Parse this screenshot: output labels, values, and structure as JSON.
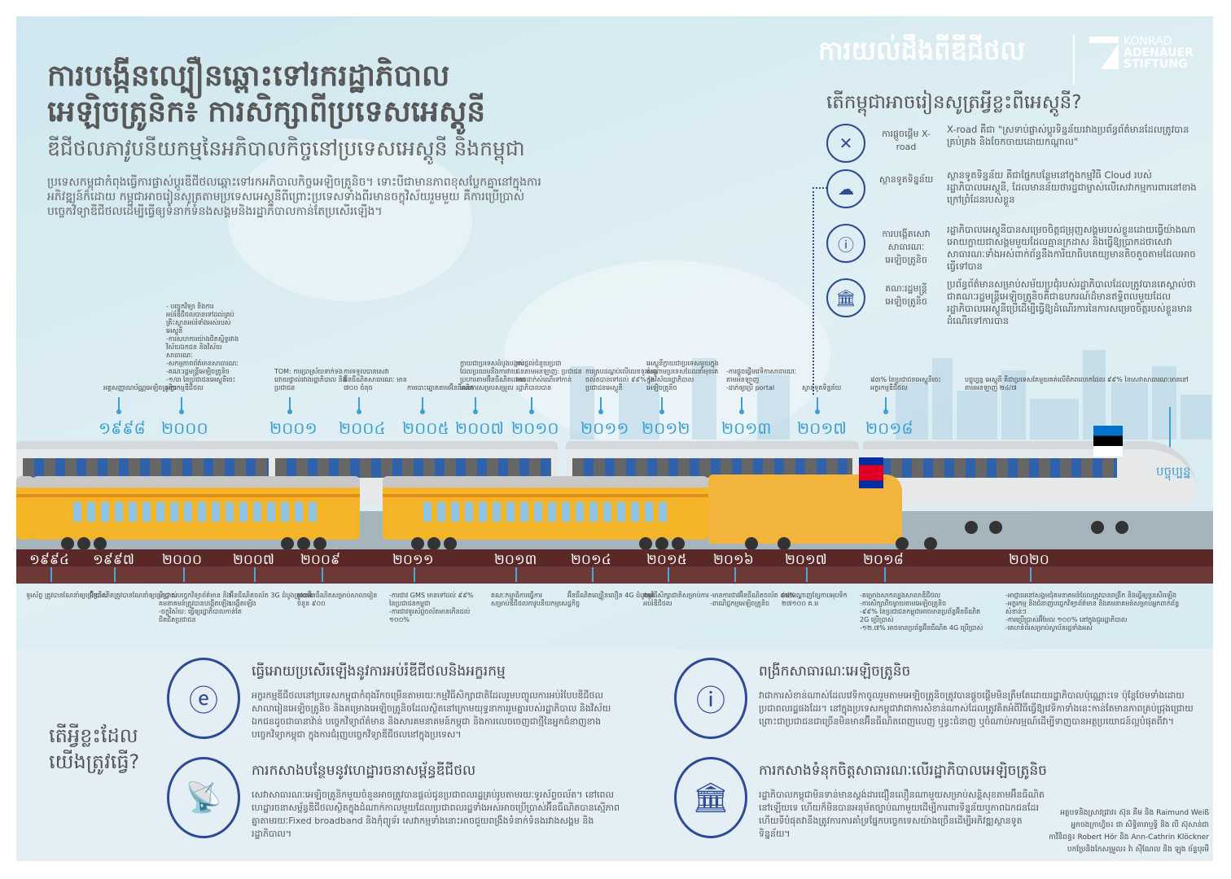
{
  "header": {
    "title_line1": "ការបង្កើនល្បឿនឆ្ពោះទៅរករដ្ឋាភិបាល",
    "title_line2": "អេឡិចត្រូនិក៖ ការសិក្សាពីប្រទេសអេស្តូនី",
    "subtitle": "ឌីជីថលភាវូបនីយកម្មនៃអភិបាលកិច្ចនៅប្រទេសអេស្តូនី និងកម្ពុជា",
    "intro": "ប្រទេសកម្ពុជាកំពុងធ្វើការផ្លាស់ប្តូរឌីជីថលឆ្ពោះទៅរកអភិបាលកិច្ចអេឡិចត្រូនិច។ ទោះបីជាមានភាពខុសប្លែកគ្នានៅក្នុងការអភិវឌ្ឍន៍ក៏ដោយ កម្ពុជាអាចរៀនសូត្រតាមប្រទេសអេស្តូនីពីព្រោះប្រទេសទាំងពីរមានចក្ខុវិស័យរួមមួយ គឺការប្រើប្រាស់បច្ចេកវិទ្យាឌីជីថលដើម្បីធ្វើឲ្យទំនាក់ទំនងសង្គមនិងរដ្ឋាភិបាលកាន់តែប្រសើរឡើង។",
    "brand": "ការយល់ដឹងពីឌីជីថល",
    "logo": [
      "KONRAD",
      "ADENAUER",
      "STIFTUNG"
    ]
  },
  "lessons": {
    "question": "តើកម្ពុជាអាចរៀនសូត្រអ្វីខ្លះពីអេស្តូនី?",
    "items": [
      {
        "icon": "x-road-icon",
        "label": "ការផ្តួចផ្តើម X-road",
        "desc": "X-road គឺជា \"ស្រទាប់ផ្លាស់ប្តូរទិន្នន័យរវាងប្រព័ន្ធព័ត៌មានដែលត្រូវបានគ្រប់គ្រង និងចែកចាយដោយកណ្តាល\""
      },
      {
        "icon": "cloud-data-icon",
        "label": "ស្ថានទូតទិន្នន័យ",
        "desc": "ស្ថានទូតទិន្នន័យ គឺជាផ្នែកបន្ថែមនៅក្នុងកម្មវិធី Cloud របស់រដ្ឋាភិបាលអេស្តូនី, ដែលមានន័យថារដ្ឋជាម្ចាស់លើសេវាកម្មការពារនៅខាងក្រៅព្រំដែនរបស់ខ្លួន"
      },
      {
        "icon": "e-service-icon",
        "label": "ការបង្កើតសេវាសាធារណៈអេឡិចត្រូនិច",
        "desc": "រដ្ឋាភិបាលអេស្តូនីបានសម្រេចចិត្តជម្រុញសង្គមរបស់ខ្លួនដោយធ្វើយ៉ាងណាអោយក្លាយជាសង្គមមួយដែលគ្មានក្រដាស និងធ្វើឱ្យប្រាកដថាសេវាសាធារណៈទាំងអស់ពាក់ព័ន្ធនឹងការិយាធិបតេយ្យមានតិចតួចតាមដែលអាចធ្វើទៅបាន"
      },
      {
        "icon": "government-building-icon",
        "label": "គណៈរដ្ឋមន្ត្រីអេឡិចត្រូនិច",
        "desc": "ប្រព័ន្ធព័ត៌មានសម្រាប់សម័យប្រជុំរបស់រដ្ឋាភិបាលដែលត្រូវបានគេស្គាល់ថាជាគណៈរដ្ឋមន្ត្រីអេឡិចត្រូនិចគឺជាឧបករណ៍ដ៏មានឥទ្ធិពលមួយដែលរដ្ឋាភិបាលអេស្តូនីប្រើដើម្បីធ្វើឱ្យដំណើរការនៃការសម្រេចចិត្តរបស់ខ្លួនមានដំណើរទៅការបាន"
      }
    ]
  },
  "estonia_timeline": [
    {
      "year": "១៩៩៨",
      "text": "អត្តសញ្ញាណប័ណ្ណអេឡិចត្រូនិច"
    },
    {
      "year": "២០០០",
      "text": "- បច្ចេកវិទ្យា និងការអប់រំឌីជីថលបានទៅដល់គ្រប់គ្រឹះស្ថានអប់រំទាំងអស់របស់អេស្តូនី\n-ការសហការយ៉ាងជិតស្និទ្ធរវាងវិស័យឯកជន និងវិស័យសាធារណៈ\n-សកម្មភាពព័ត៌មានសាធារណៈ\n-គណៈរដ្ឋមន្ត្រីអេឡិចត្រូនិច\n-១/៣ នៃប្រជាជនអេស្តូនីចេះអក្ខរកម្មឌីជីថល"
    },
    {
      "year": "២០០១",
      "text": "TOM: ការប្រាស្រ័យទាក់ទងដោយផ្ទាល់រវាងរដ្ឋាភិបាល និងប្រជាជន"
    },
    {
      "year": "២០០៤",
      "text": "ការទទួលបានសេវាអ៊ីនធឺណិតសាធារណៈ មាន ៧០០ ចំនុច"
    },
    {
      "year": "២០០៥",
      "text": "ការបោះឆ្នោតតាមអ៊ីនធឺណិត"
    },
    {
      "year": "២០០៧",
      "text": "ក្លាយជាប្រទេសដំបូងបង្អស់ដែលប្រឈមនឹងការវាយប្រហារតាមអ៊ីនធឺណិតដោយមានការសម្របសម្រួល"
    },
    {
      "year": "២០១០",
      "text": "ការផ្តល់ជំនួយប្រជាជនតាមអនឡាញ: ប្រជាជនអាចដាក់សំណើទៅកាន់រដ្ឋាភិបាលបាន"
    },
    {
      "year": "២០១១",
      "text": "ការគ្របដណ្តប់លើលេខទូរសព្ទចល័តបានទៅដល់ ៩៩% នៃប្រជាជនអេស្តូនី"
    },
    {
      "year": "២០១២",
      "text": "អេស្តូនីក្លាយជាប្រទេសមួយក្នុងចំណោមប្រទេសដែលនាំមុខគេក្នុងវិស័យរដ្ឋាភិបាលអេឡិចត្រូនិច"
    },
    {
      "year": "២០១៣",
      "text": "-ការផ្តួចផ្តើមវេទិកាសាធារណៈតាមអនឡាញ\n-ដាក់ឲ្យប្រើ portal"
    },
    {
      "year": "២០១៧",
      "text": "ស្ថានទូតទិន្នន័យ"
    },
    {
      "year": "២០១៨",
      "text": "៨៣% នៃប្រជាជនអេស្តូនីចេះអក្ខរកម្មឌីជីថល"
    }
  ],
  "present": {
    "label": "បច្ចុប្បន្ន",
    "note": "បច្ចុប្បន្ន អេស្តូនី គឺជាប្រទេសតែមួយគត់លើពិភពលោកដែល ៩៩% នៃសេវាសាធារណៈមាននៅតាមអនឡាញ ២៤/៧"
  },
  "cambodia_timeline": [
    {
      "year": "១៩៩៤",
      "text": "ទូរស័ព្ទ ត្រូវបានណែនាំឲ្យប្រើប្រាស់"
    },
    {
      "year": "១៩៩៧",
      "text": "អ៊ីនធឺណិតត្រូវបានណែនាំឲ្យប្រើប្រាស់"
    },
    {
      "year": "២០០០",
      "text": "អាជ្ញាធរបច្ចេកវិទ្យាព័ត៌មាន និងគមនាគមន៍ត្រូវបានបង្កើតឡើង\n-ចក្ខុវិស័យ: ធ្វើឲ្យរដ្ឋាភិបាលកាន់តែជិតជិតប្រជាជន"
    },
    {
      "year": "២០០៧",
      "text": "អ៊ីនធឺណិតចល័ត 3G ដំបូងត្រូវបានបង្កើតឡើង"
    },
    {
      "year": "២០០៩",
      "text": "មានអ៊ីនធឺណិតសម្រាប់សាលារៀនចំនួន ៩០០"
    },
    {
      "year": "២០១១",
      "text": "-ការជាវ GMS មានទៅដល់ ៩៩% នៃប្រជាជនកម្ពុជា\n-ការជាវទូរស័ព្ទចល័តមានកើនដល់ ១០០%"
    },
    {
      "year": "២០១៣",
      "text": "គណៈកម្មាធិការធ្វើការសម្រាប់ឌីជីថលភាវូបនីយកម្មសេដ្ឋកិច្ច"
    },
    {
      "year": "២០១៤",
      "text": "អ៊ីនធឺណិតល្បឿនលឿន 4G ដំបូងគេ"
    },
    {
      "year": "២០១៥",
      "text": "កម្មវិធីសិក្សាជាតិសម្រាប់ការអប់រំឌីជីថល"
    },
    {
      "year": "២០១៦",
      "text": "-មានការជាវអ៊ីនធឺណិតចល័ត ៩៨%\n-ពាណិជ្ជកម្មអេឡិចត្រូនិច"
    },
    {
      "year": "២០១៧",
      "text": "មានបណ្តាញខ្សែកាបអុបទិក ២៧១០០ គ.ម"
    },
    {
      "year": "២០១៨",
      "text": "-គម្រោងសាកល្បងសាលាឌីជីថល\n-ការសិក្សាពីចម្ងាយតាមអេឡិចត្រូនិច\n-៩៩% នៃប្រជាជនកម្ពុជាអាចមានប្រព័ន្ធអ៊ីនធឺណិត 2G ប្រើប្រាស់\n-១២.៧% អាចមានប្រព័ន្ធអ៊ីនធឺណិត 4G ប្រើប្រាស់"
    },
    {
      "year": "២០២០",
      "text": "-អាជ្ញាធរនៅសង្គមជុំគមនាគមន៍ដែលត្រូវបានពង្រីក និងធ្វើឲ្យប្រសើរឡើង\n-អក្ខរកម្ម និងជំនាញបច្ចេកវិទ្យាព័ត៌មាន និងគមនាគមន៍សម្រាប់អ្នកពាក់ព័ន្ធសំខាន់ៗ\n-ការប្រើប្រាស់អ៊ីមែល ១០០% នៅក្នុងជួររដ្ឋាភិបាល\n-គេហទំព័រសម្រាប់ស្ថាប័នរដ្ឋទាំងអស់"
    }
  ],
  "actions": {
    "heading_line1": "តើអ្វីខ្លះដែល",
    "heading_line2": "យើងត្រូវធ្វើ?",
    "cards": [
      {
        "icon": "e-book-icon",
        "title": "ធ្វើអោយប្រសើរឡើងនូវការអប់រំឌីជីថលនិងអក្ខរកម្ម",
        "body": "អក្ខរកម្មឌីជីថលនៅប្រទេសកម្ពុជាកំពុងរីកចម្រើនតាមរយៈកម្មវិធីសិក្សាជាតិដែលរួមបញ្ចូលការអប់រំបែបឌីជីថល សាលារៀនអេឡិចត្រូនិច និងគម្រោងអេឡិចត្រូនិចដែលស្ថិតនៅក្រោមយុទ្ធនាការរួមគ្នារបស់រដ្ឋាភិបាល និងវិស័យឯកជនដូចជាធានាវ៉ាន់ បច្ចេកវិទ្យាព័ត៌មាន និងសារគមនាគមន៍កម្ពុជា និងការលេចចេញជាថ្មីនៃអ្នកជំនាញខាងបច្ចេកវិទ្យាកម្ពុជា ក្នុងការជំរុញបច្ចេកវិទ្យាឌីជីថលនៅក្នុងប្រទេស។"
      },
      {
        "icon": "antenna-server-icon",
        "title": "ការកសាងបន្ថែមនូវហេដ្ឋារចនាសម្ព័ន្ធឌីជីថល",
        "body": "សេវាសាធារណៈអេឡិចត្រូនិកមួយចំនួនអាចត្រូវបានផ្តល់ជូនប្រជាពលរដ្ឋគ្រប់រូបតាមរយៈទូរស័ព្ទចល័ត។ នៅពេលហេដ្ឋារចនាសម្ព័ន្ធឌីជីថលស្ថិតក្នុងដំណាក់កាលមួយដែលប្រជាពលរដ្ឋទាំងអស់អាចប្រើប្រាស់អ៊ីនធឺណិតបានស្មើភាពគ្នាតាមរយៈFixed broadband និងកុំព្យូទ័រ សេវាកម្មទាំងនោះអាចជួយពង្រឹងទំនាក់ទំនងរវាងសង្គម និងរដ្ឋាភិបាល។"
      },
      {
        "icon": "e-participation-icon",
        "title": "ពង្រីកសាធារណៈអេឡិចត្រូនិច",
        "body": "វាជាការសំខាន់ណាស់ដែលវេទិកាចូលរួមតាមអេឡិចត្រូនិចត្រូវបានផ្តួចផ្តើមមិនត្រឹមតែដោយរដ្ឋាភិបាលប៉ុណ្ណោះទេ ប៉ុន្តែថែមទាំងដោយប្រជាពលរដ្ឋផងដែរ។ នៅក្នុងប្រទេសកម្ពុជាវាជាការសំខាន់ណាស់ដែលត្រូវគិតអំពីវិធីធ្វើឱ្យវេទិកាទាំងនេះកាន់តែមានភាពគ្រប់ជ្រុងជ្រោយព្រោះជាប្រជាជនជាច្រើនមិនមានអ៊ីនធឺណិតពេញលេញ ឬខ្វះជំនាញ ឬចំណាប់អារម្មណ៍ដើម្បីទាញបានអត្ថប្រយោជន៍ល្អបំផុតពីវា។"
      },
      {
        "icon": "government-shield-icon",
        "title": "ការកសាងទំនុកចិត្តសាធារណៈលើរដ្ឋាភិបាលអេឡិចត្រូនិច",
        "body": "រដ្ឋាភិបាលកម្ពុជាមិនទាន់មានស្តង់ដារជឿនលឿនណាមួយសម្រាប់សន្តិសុខតាមអ៊ីនធឺណិតនៅឡើយទេ ហើយក៏មិនបានអនុម័តច្បាប់ណាមួយដើម្បីការពារទិន្នន័យឬភាពឯកជនដែរ ហើយទីបំផុតវានឹងត្រូវការការគាំទ្រផ្នែកបច្ចេកទេសយ៉ាងច្រើនដើម្បីអភិវឌ្ឍស្ថានទូតទិន្នន័យ។"
      }
    ]
  },
  "credits": [
    "អត្ថបទនិងស្រាវជ្រាវ៖ ស៊ុន គីម និង Raimund Weiß",
    "អ្នកចងក្រាហ្វិច៖ ជា សិទ្ធិតារាឬទ្ធិ និង លី ស៊ុសាន់ជា",
    "កាវីនិពន្ធ៖ Robert Hör និង Ann-Cathrin Klöckner",
    "បកប្រែនិងកែសម្រួល៖ វ៉ា ស៊ីណែល និង ឡុង ច័ន្ទបុរមី"
  ],
  "colors": {
    "accent": "#3a9fd6",
    "navy": "#2e4a97",
    "track": "#5a2826",
    "train_yellow": "#f5b528",
    "train_blue": "#2f62ab"
  }
}
